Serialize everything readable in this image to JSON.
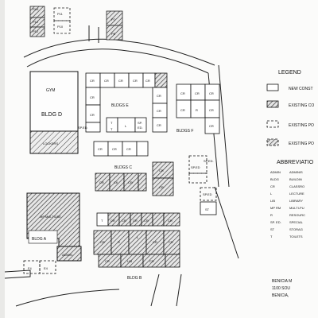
{
  "colors": {
    "paper": "#fbfbfa",
    "ink": "#1a1a1a",
    "hatch": "#333333"
  },
  "map": {
    "top_left_boxes": [
      "PLK",
      "P12",
      "P12"
    ],
    "top_boxes": [
      "P11",
      "P10"
    ],
    "top_right_boxes": [
      "P7",
      "P8"
    ],
    "gym": "GYM",
    "bldg_d": "BLDG D",
    "lockers": "LOCKERS",
    "bldgs_e": "BLDGS E",
    "bldgs_f": "BLDGS F",
    "bldgs_c": "BLDGS C",
    "bldg_a": "BLDG A",
    "bldg_b": "BLDG B",
    "mp_multiuse": "MP MULTIUSE",
    "admin": "ADMIN",
    "cr": "CR",
    "t": "T",
    "l": "L",
    "ck": "CK",
    "r": "R",
    "st": "ST",
    "lib": "LIB",
    "sp_ed": "SP.ED.",
    "sp_ed_two_line": [
      "SP.",
      "ED."
    ],
    "sp_ed_short": "SP.ED",
    "bottom_left_boxes": [
      "F4",
      "E4"
    ]
  },
  "legend": {
    "title": "LEGEND",
    "items": [
      "NEW CONST",
      "EXISTING CO",
      "EXISTING PO",
      "EXISTING PO"
    ]
  },
  "abbreviations": {
    "title": "ABBREVIATIO",
    "codes": [
      "ADMIN",
      "BLDG",
      "CR",
      "L",
      "LIB",
      "MP RM",
      "R",
      "SP. ED.",
      "ST",
      "T"
    ],
    "meanings": [
      "ADMINIS",
      "BUILDIN",
      "CLASSRO",
      "LECTURE",
      "LIBRARY",
      "MULTI-PU",
      "RESOURC",
      "SPECIAL",
      "STORAG",
      "TOILETS"
    ]
  },
  "footer": [
    "BENICIA M",
    "1100 SOU",
    "BENICIA,"
  ]
}
